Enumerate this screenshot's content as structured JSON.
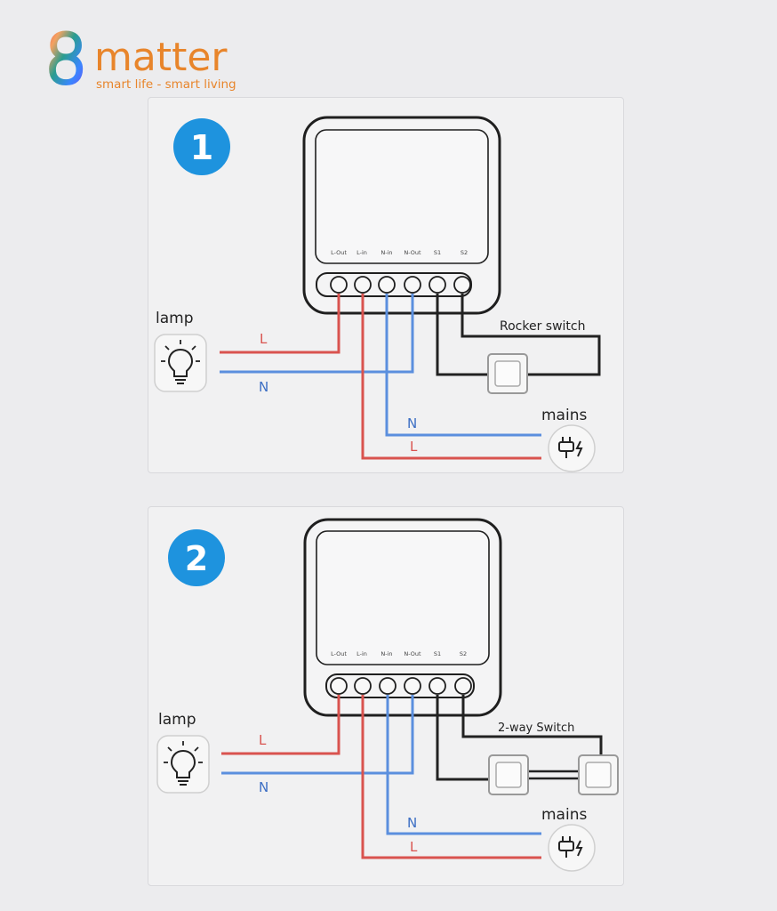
{
  "logo": {
    "brand": "8matter",
    "brand_digit": "8",
    "brand_word": "matter",
    "tagline": "smart life - smart living"
  },
  "diagrams": [
    {
      "number": "1",
      "terminals": [
        "L-Out",
        "L-in",
        "N-in",
        "N-Out",
        "S1",
        "S2"
      ],
      "lamp_label": "lamp",
      "mains_label": "mains",
      "switch_label": "Rocker switch",
      "wire_L": "L",
      "wire_N": "N"
    },
    {
      "number": "2",
      "terminals": [
        "L-Out",
        "L-in",
        "N-in",
        "N-Out",
        "S1",
        "S2"
      ],
      "lamp_label": "lamp",
      "mains_label": "mains",
      "switch_label": "2-way Switch",
      "wire_L": "L",
      "wire_N": "N"
    }
  ],
  "colors": {
    "live_wire": "#d9534f",
    "neutral_wire": "#5b8fde",
    "switch_wire": "#222222",
    "badge": "#1e93de"
  }
}
